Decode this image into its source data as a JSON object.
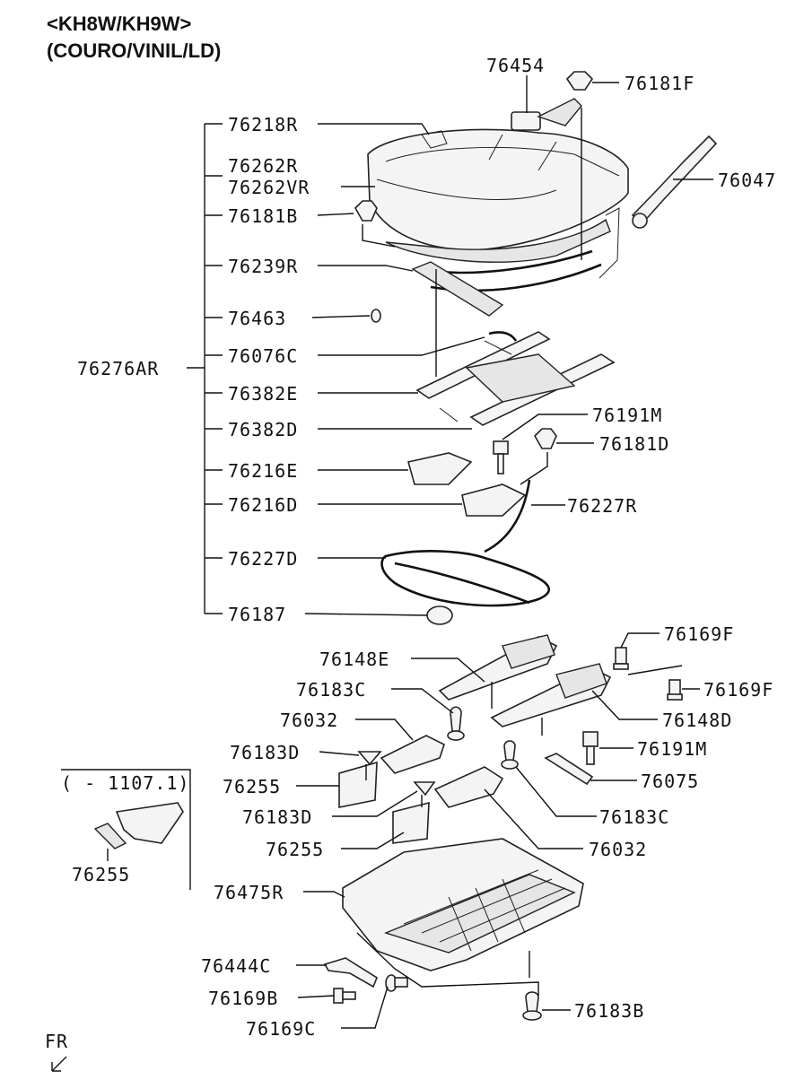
{
  "header": {
    "model": "<KH8W/KH9W>",
    "trim": "(COURO/VINIL/LD)"
  },
  "inset": {
    "range": "( - 1107.1)",
    "part": "76255"
  },
  "footer": {
    "direction": "FR"
  },
  "labels": {
    "p76454": "76454",
    "p76181F": "76181F",
    "p76218R": "76218R",
    "p76262R": "76262R",
    "p76262VR": "76262VR",
    "p76047": "76047",
    "p76181B": "76181B",
    "p76239R": "76239R",
    "p76463": "76463",
    "p76076C": "76076C",
    "p76276AR": "76276AR",
    "p76382E": "76382E",
    "p76382D": "76382D",
    "p76191M_a": "76191M",
    "p76181D": "76181D",
    "p76216E": "76216E",
    "p76216D": "76216D",
    "p76227R": "76227R",
    "p76227D": "76227D",
    "p76187": "76187",
    "p76169F_a": "76169F",
    "p76148E": "76148E",
    "p76169F_b": "76169F",
    "p76183C_a": "76183C",
    "p76148D": "76148D",
    "p76032_a": "76032",
    "p76191M_b": "76191M",
    "p76183D_a": "76183D",
    "p76075": "76075",
    "p76255_a": "76255",
    "p76183C_b": "76183C",
    "p76183D_b": "76183D",
    "p76255_b": "76255",
    "p76032_b": "76032",
    "p76475R": "76475R",
    "p76444C": "76444C",
    "p76169B": "76169B",
    "p76169C": "76169C",
    "p76183B": "76183B"
  }
}
